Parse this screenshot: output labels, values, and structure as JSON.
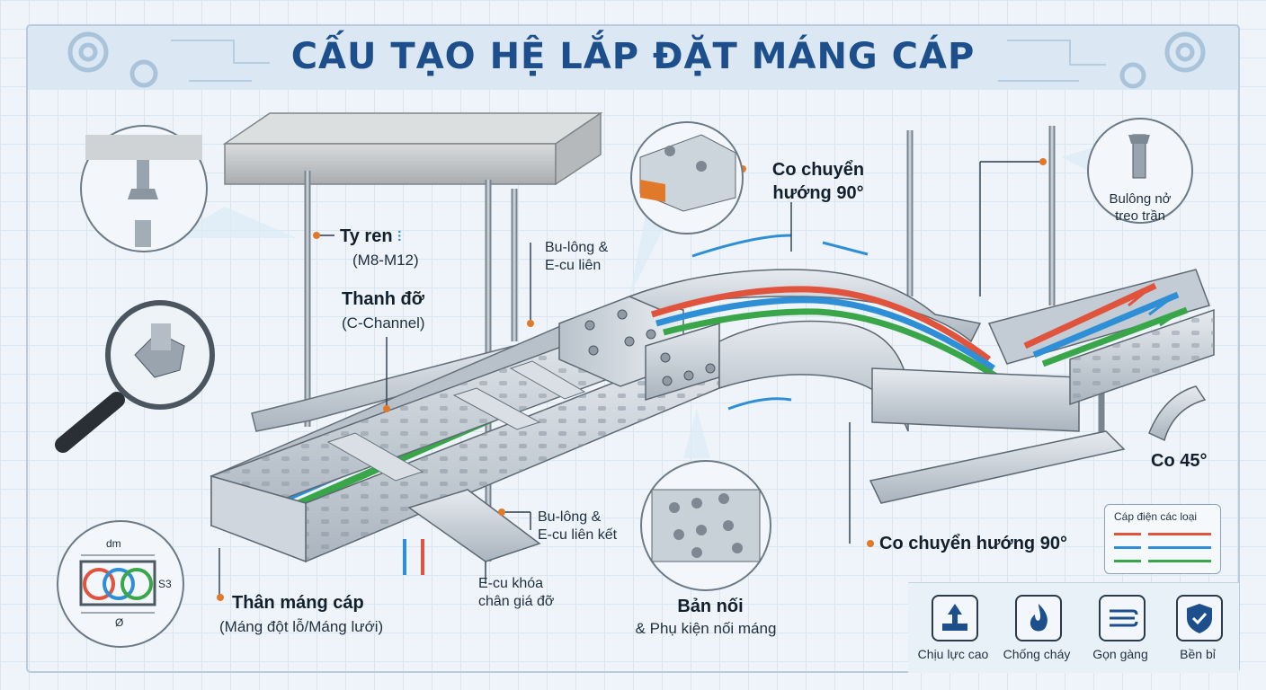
{
  "title": "CẤU TẠO HỆ LẮP ĐẶT MÁNG CÁP",
  "labels": {
    "ty_ren": "Ty ren",
    "ty_ren_sub": "(M8-M12)",
    "thanh_do": "Thanh đỡ",
    "thanh_do_sub": "(C-Channel)",
    "bulong_lien_1": "Bu-lông &",
    "bulong_lien_2": "E-cu liên",
    "co_chuyen_top_1": "Co chuyển",
    "co_chuyen_top_2": "hướng 90°",
    "bulong_no_1": "Bulông nở",
    "bulong_no_2": "treo trần",
    "bulong_lienket_1": "Bu-lông &",
    "bulong_lienket_2": "E-cu liên kết",
    "ecu_khoa_1": "E-cu khóa",
    "ecu_khoa_2": "chân giá đỡ",
    "than_mang": "Thân máng cáp",
    "than_mang_sub": "(Máng đột lỗ/Máng lưới)",
    "ban_noi": "Bản nối",
    "ban_noi_sub": "& Phụ kiện nối máng",
    "co_chuyen_bottom": "Co chuyển hướng 90°",
    "co_45": "Co 45°",
    "dim_dm": "dm",
    "dim_s3": "S3",
    "dim_phi": "Ø"
  },
  "legend": {
    "title": "Cáp điện các loại",
    "colors": [
      "#e0533c",
      "#2f8fd6",
      "#3aa64a"
    ]
  },
  "features": [
    {
      "label": "Chịu lực cao",
      "icon": "load-icon"
    },
    {
      "label": "Chống cháy",
      "icon": "fire-icon"
    },
    {
      "label": "Gọn gàng",
      "icon": "cable-icon"
    },
    {
      "label": "Bền bỉ",
      "icon": "shield-icon"
    }
  ],
  "colors": {
    "title": "#1d4f8c",
    "leader": "#e07a2a",
    "steel": "#c3cbd3",
    "concrete": "#c9ccce"
  }
}
